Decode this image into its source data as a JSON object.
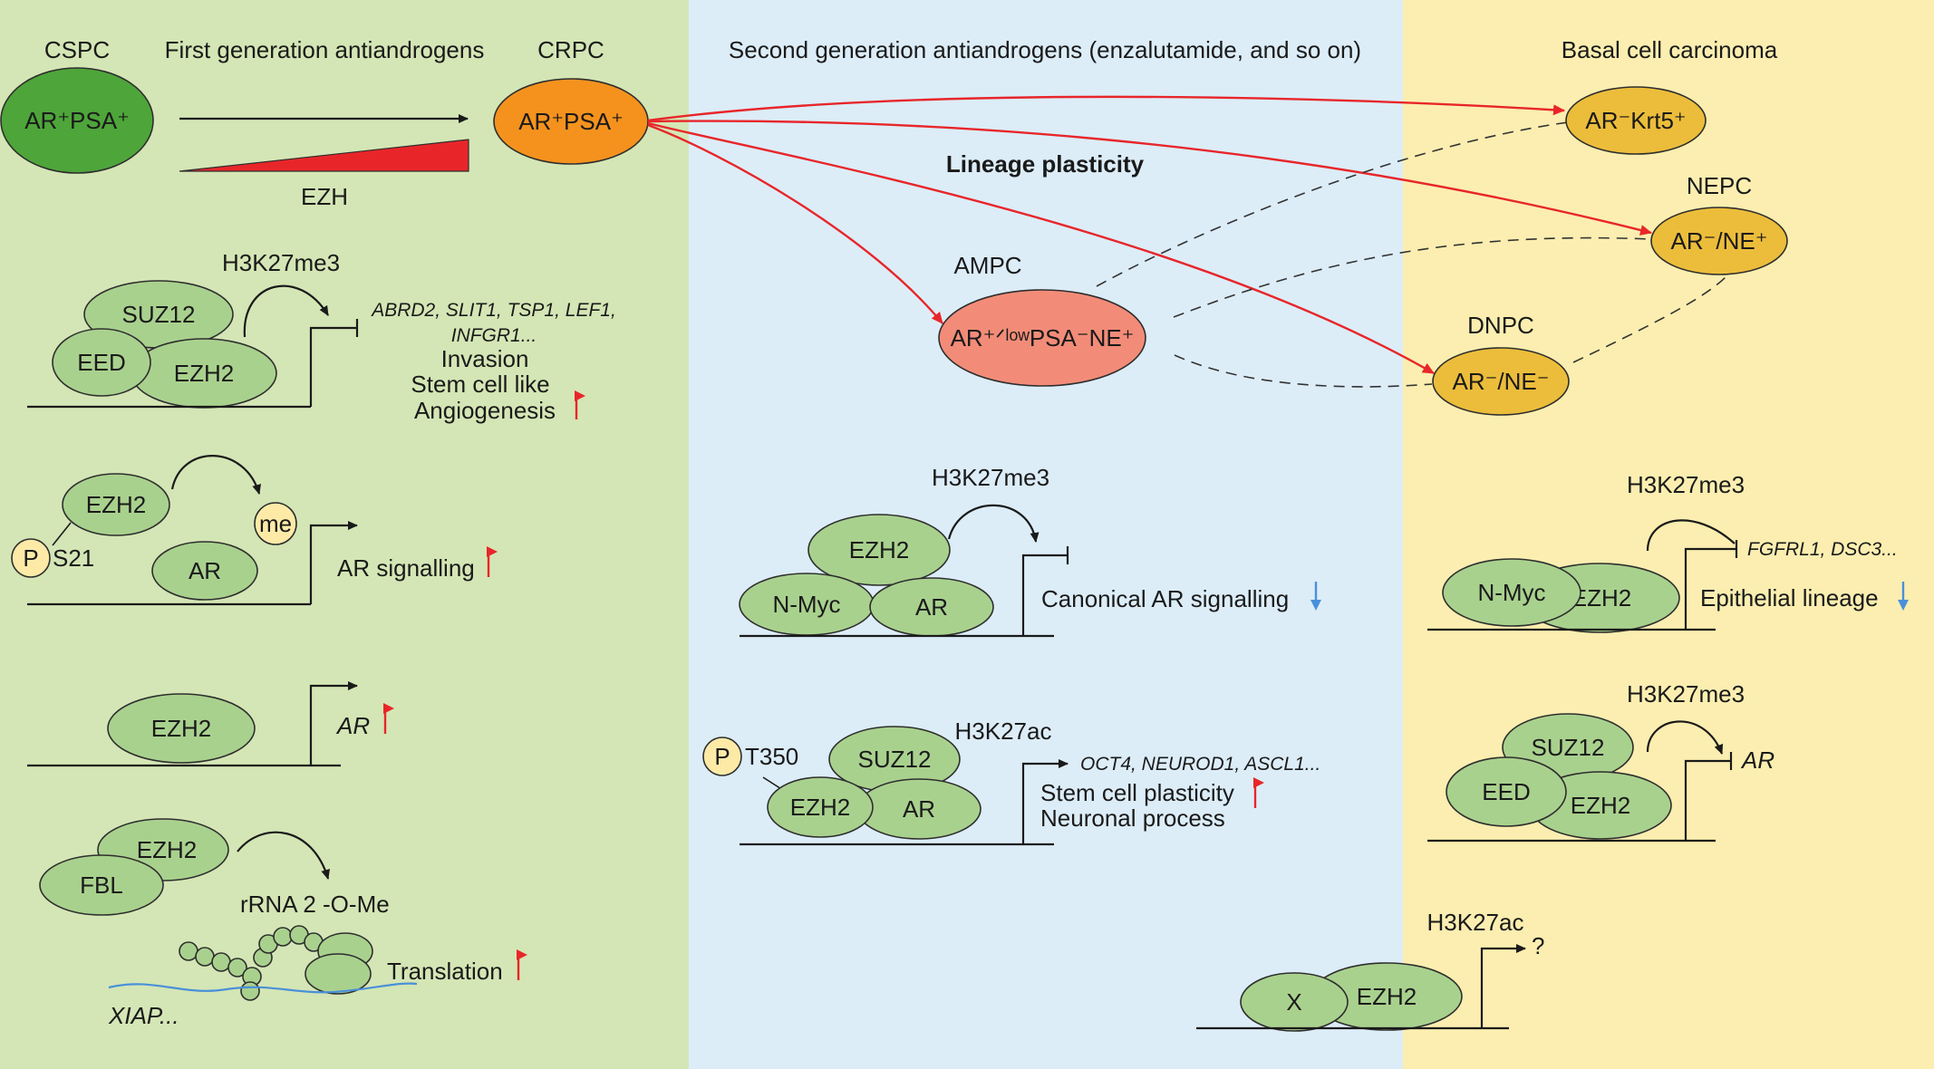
{
  "colors": {
    "panel_left": "#d4e6b5",
    "panel_middle": "#dcedf8",
    "panel_right": "#fbeeb0",
    "cspc_fill": "#4ea53a",
    "crpc_fill": "#f5921e",
    "ampc_fill": "#f28c78",
    "right_state_fill": "#ecbd3b",
    "protein_fill": "#a9d18e",
    "arrow_red": "#e8262a",
    "down_arrow_blue": "#4a90d9"
  },
  "header": {
    "cspc": "CSPC",
    "first_gen": "First generation antiandrogens",
    "crpc": "CRPC",
    "second_gen": "Second generation antiandrogens (enzalutamide, and so on)",
    "basal": "Basal cell carcinoma"
  },
  "states": {
    "cspc": "AR⁺PSA⁺",
    "crpc": "AR⁺PSA⁺",
    "ezh": "EZH",
    "lineage_plasticity": "Lineage plasticity",
    "ampc_label": "AMPC",
    "ampc": "AR⁺ᐟˡᵒʷPSA⁻NE⁺",
    "krt5": "AR⁻Krt5⁺",
    "nepc_label": "NEPC",
    "nepc": "AR⁻/NE⁺",
    "dnpc_label": "DNPC",
    "dnpc": "AR⁻/NE⁻"
  },
  "left": {
    "m1": {
      "mark": "H3K27me3",
      "suz12": "SUZ12",
      "eed": "EED",
      "ezh2": "EZH2",
      "targets1": "ABRD2, SLIT1, TSP1, LEF1,",
      "targets2": "INFGR1...",
      "out1": "Invasion",
      "out2": "Stem cell like",
      "out3": "Angiogenesis"
    },
    "m2": {
      "ezh2": "EZH2",
      "me": "me",
      "p": "P",
      "site": "S21",
      "ar": "AR",
      "out": "AR signalling"
    },
    "m3": {
      "ezh2": "EZH2",
      "out": "AR"
    },
    "m4": {
      "ezh2": "EZH2",
      "fbl": "FBL",
      "rrna": "rRNA 2   -O-Me",
      "translation": "Translation",
      "xiap": "XIAP..."
    }
  },
  "middle": {
    "m1": {
      "mark": "H3K27me3",
      "ezh2": "EZH2",
      "nmyc": "N-Myc",
      "ar": "AR",
      "out": "Canonical AR signalling"
    },
    "m2": {
      "p": "P",
      "site": "T350",
      "suz12": "SUZ12",
      "mark": "H3K27ac",
      "ezh2": "EZH2",
      "ar": "AR",
      "targets": "OCT4, NEUROD1, ASCL1...",
      "out1": "Stem cell plasticity",
      "out2": "Neuronal process"
    }
  },
  "right": {
    "m1": {
      "mark": "H3K27me3",
      "targets": "FGFRL1, DSC3...",
      "nmyc": "N-Myc",
      "ezh2": "EZH2",
      "out": "Epithelial lineage"
    },
    "m2": {
      "mark": "H3K27me3",
      "suz12": "SUZ12",
      "eed": "EED",
      "ezh2": "EZH2",
      "out": "AR"
    },
    "m3": {
      "mark": "H3K27ac",
      "x": "X",
      "ezh2": "EZH2",
      "out": "?"
    }
  }
}
